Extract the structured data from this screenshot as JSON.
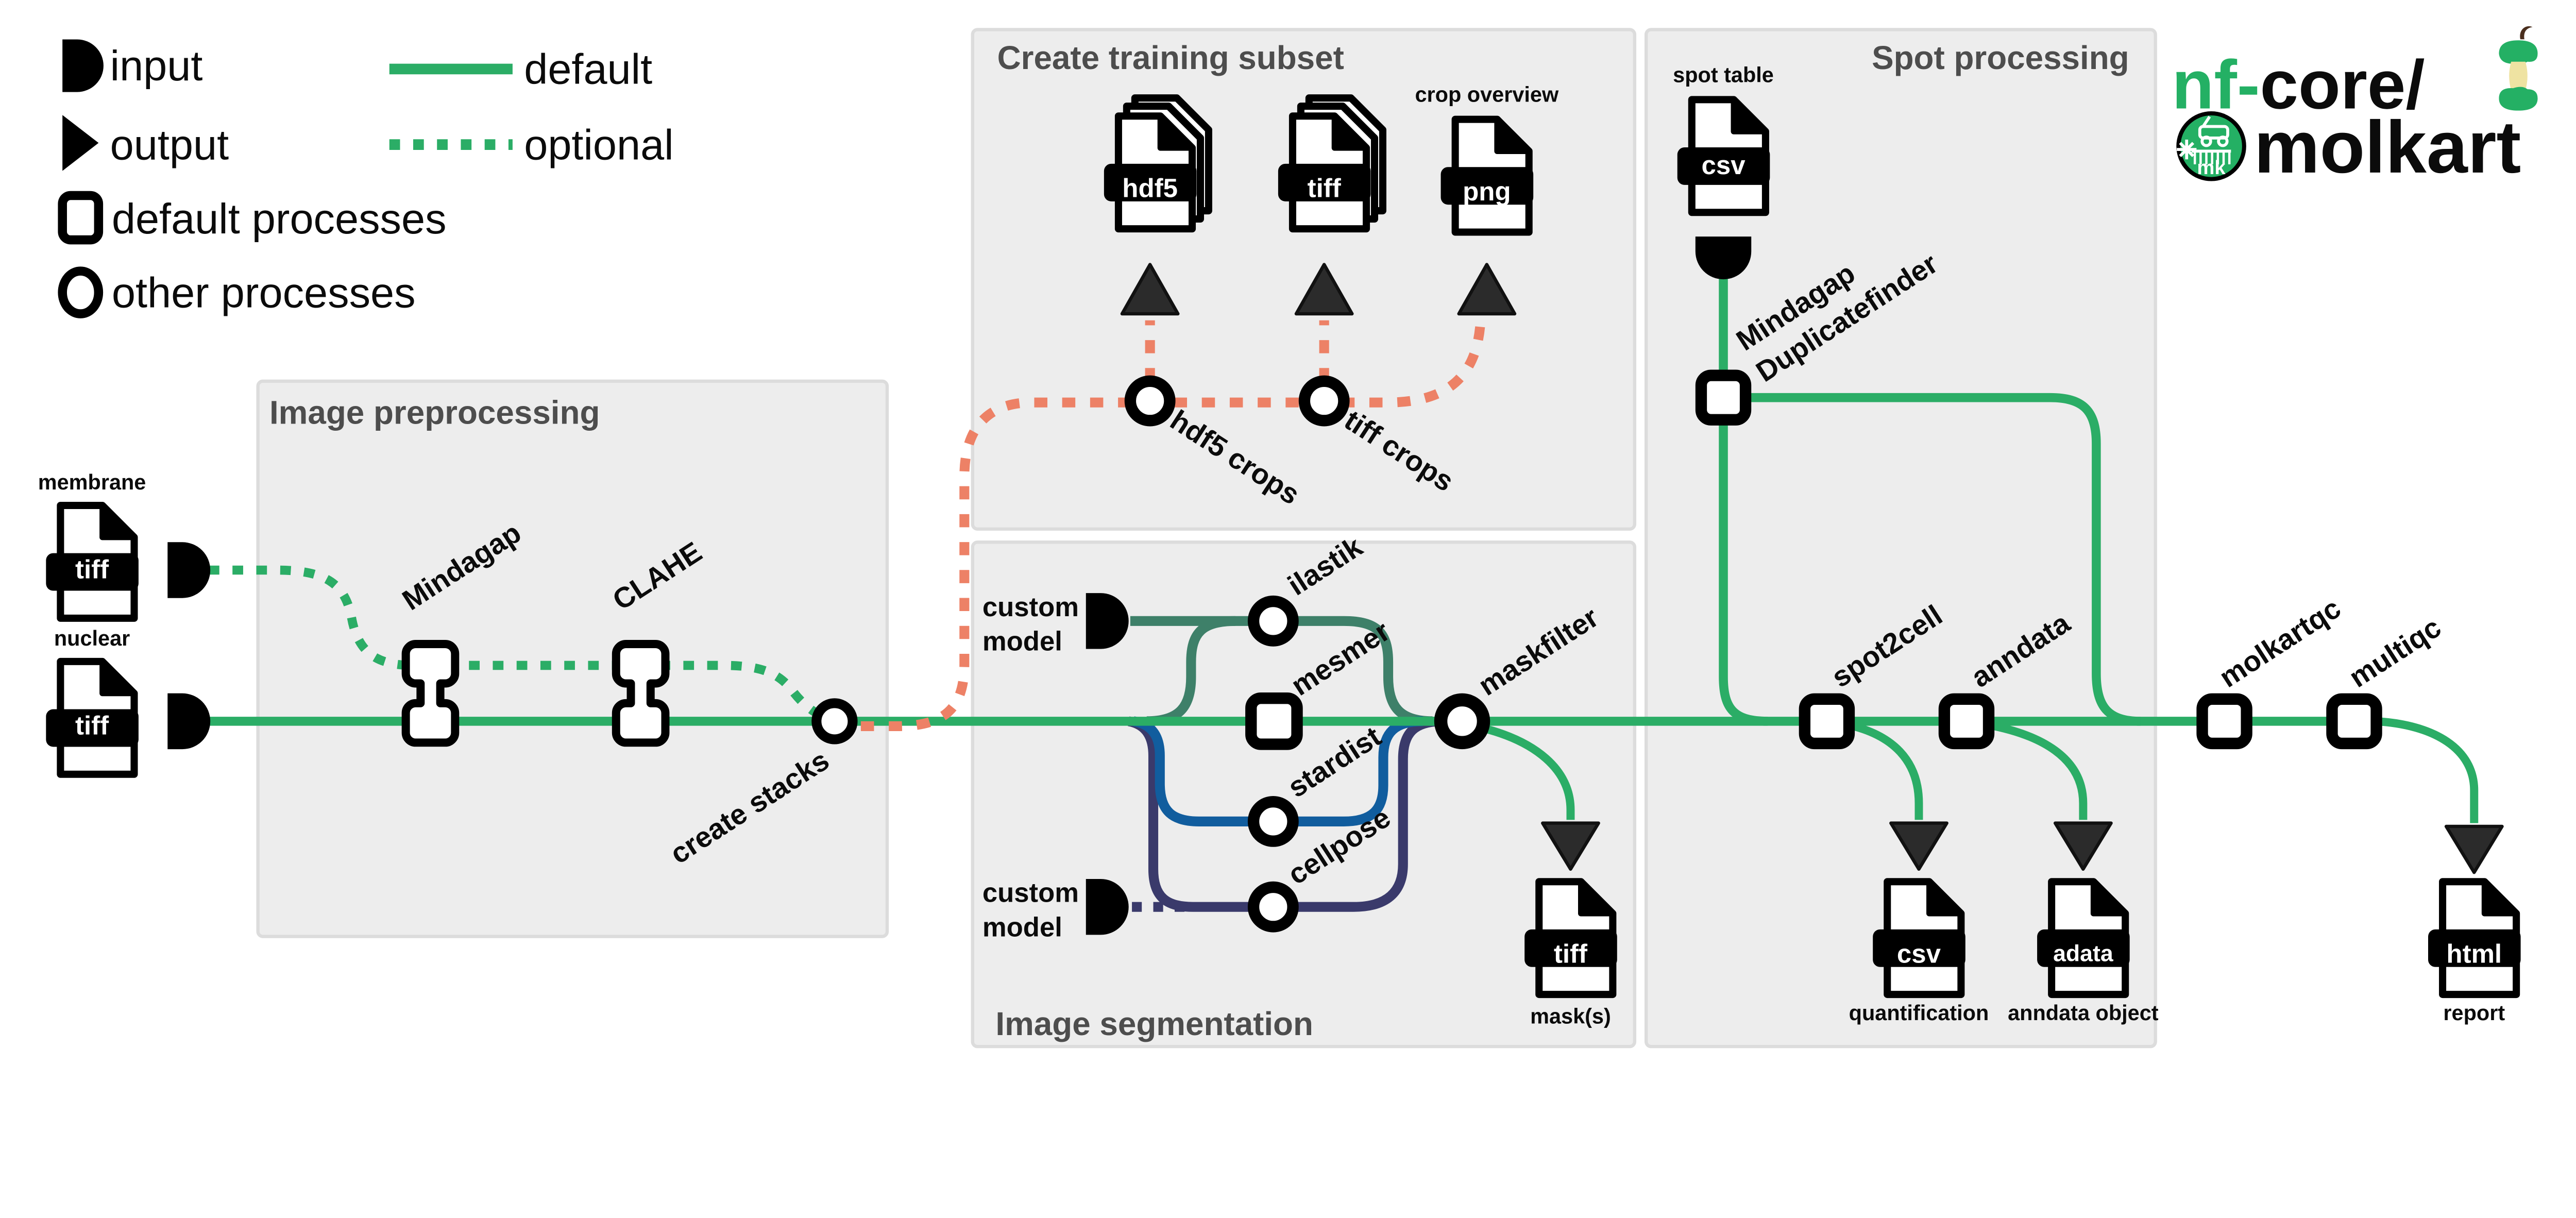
{
  "legend": {
    "input": "input",
    "output": "output",
    "default": "default",
    "optional": "optional",
    "default_processes": "default processes",
    "other_processes": "other processes"
  },
  "logo": {
    "prefix_green": "nf-",
    "prefix_black": "core/",
    "badge_text": "mk",
    "name": "molkart"
  },
  "panels": {
    "preprocessing": "Image preprocessing",
    "training": "Create training subset",
    "segmentation": "Image segmentation",
    "spot": "Spot processing"
  },
  "inputs": {
    "membrane": {
      "label": "membrane",
      "format": "tiff"
    },
    "nuclear": {
      "label": "nuclear",
      "format": "tiff"
    },
    "spot_table": {
      "label": "spot table",
      "format": "csv"
    },
    "custom_model_ilastik": {
      "line1": "custom",
      "line2": "model"
    },
    "custom_model_cellpose": {
      "line1": "custom",
      "line2": "model"
    }
  },
  "processes": {
    "mindagap": "Mindagap",
    "clahe": "CLAHE",
    "create_stacks": "create stacks",
    "hdf5_crops": "hdf5 crops",
    "tiff_crops": "tiff crops",
    "ilastik": "ilastik",
    "mesmer": "mesmer",
    "stardist": "stardist",
    "cellpose": "cellpose",
    "maskfilter": "maskfilter",
    "duplicatefinder": {
      "line1": "Mindagap",
      "line2": "Duplicatefinder"
    },
    "spot2cell": "spot2cell",
    "anndata": "anndata",
    "molkartqc": "molkartqc",
    "multiqc": "multiqc"
  },
  "outputs": {
    "hdf5_crops_file": {
      "format": "hdf5"
    },
    "tiff_crops_file": {
      "format": "tiff"
    },
    "crop_overview": {
      "label": "crop overview",
      "format": "png"
    },
    "masks": {
      "format": "tiff",
      "label": "mask(s)"
    },
    "quantification": {
      "format": "csv",
      "label": "quantification"
    },
    "anndata_object": {
      "format": "adata",
      "label": "anndata object"
    },
    "report": {
      "format": "html",
      "label": "report"
    }
  },
  "colors": {
    "green": "#2BAD66",
    "salmon": "#ED8166",
    "teal": "#3E8069",
    "blue": "#115D9E",
    "navy": "#3A3A6B",
    "arrow_dark": "#2B2B2B",
    "panel_fill": "#EDEDED",
    "panel_title": "#4D4D4D",
    "nfcore_green": "#24B064"
  }
}
